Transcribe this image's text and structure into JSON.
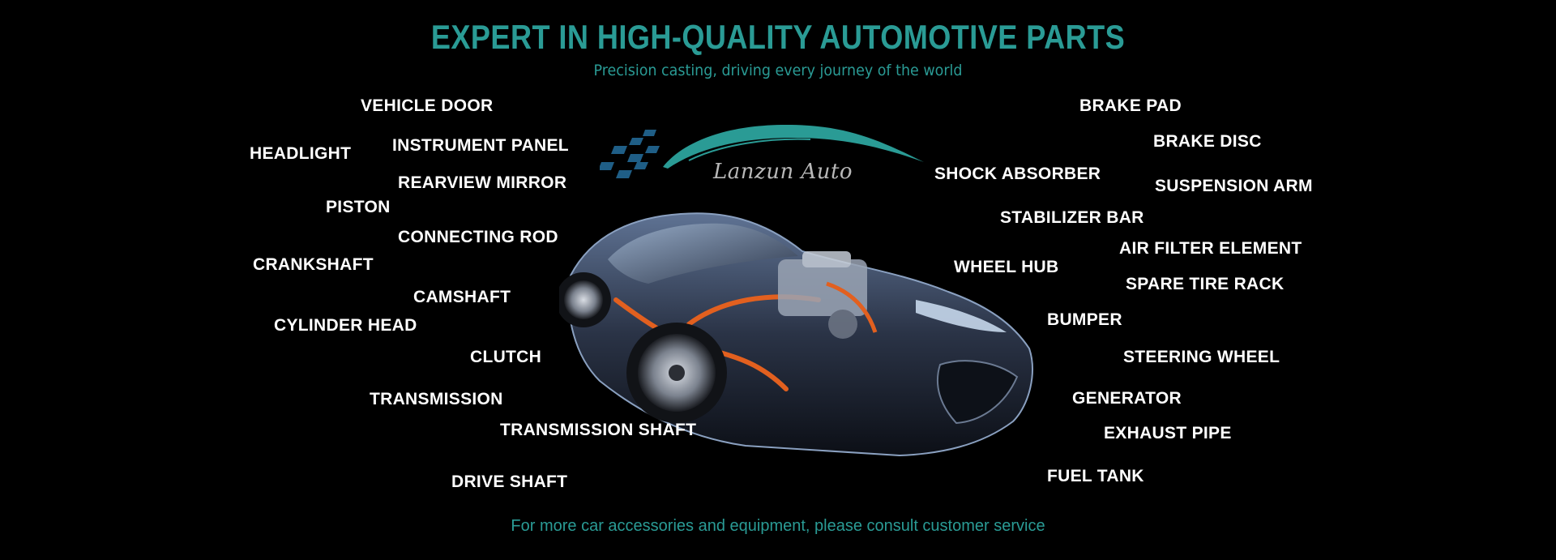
{
  "header": {
    "title": "EXPERT IN HIGH-QUALITY AUTOMOTIVE PARTS",
    "subtitle": "Precision casting, driving every journey of the world"
  },
  "logo": {
    "text": "Lanzun Auto"
  },
  "footer": {
    "note": "For more car accessories and equipment, please consult customer service"
  },
  "colors": {
    "accent": "#2a9b95",
    "label": "#ffffff",
    "background": "#000000",
    "logo_text": "#b8b8b8"
  },
  "parts_left": [
    "VEHICLE DOOR",
    "HEADLIGHT",
    "INSTRUMENT PANEL",
    "REARVIEW MIRROR",
    "PISTON",
    "CONNECTING ROD",
    "CRANKSHAFT",
    "CAMSHAFT",
    "CYLINDER HEAD",
    "CLUTCH",
    "TRANSMISSION",
    "TRANSMISSION SHAFT",
    "DRIVE SHAFT"
  ],
  "parts_right": [
    "BRAKE PAD",
    "BRAKE DISC",
    "SHOCK ABSORBER",
    "SUSPENSION ARM",
    "STABILIZER BAR",
    "AIR FILTER ELEMENT",
    "WHEEL HUB",
    "SPARE TIRE RACK",
    "BUMPER",
    "STEERING WHEEL",
    "GENERATOR",
    "EXHAUST PIPE",
    "FUEL TANK"
  ]
}
